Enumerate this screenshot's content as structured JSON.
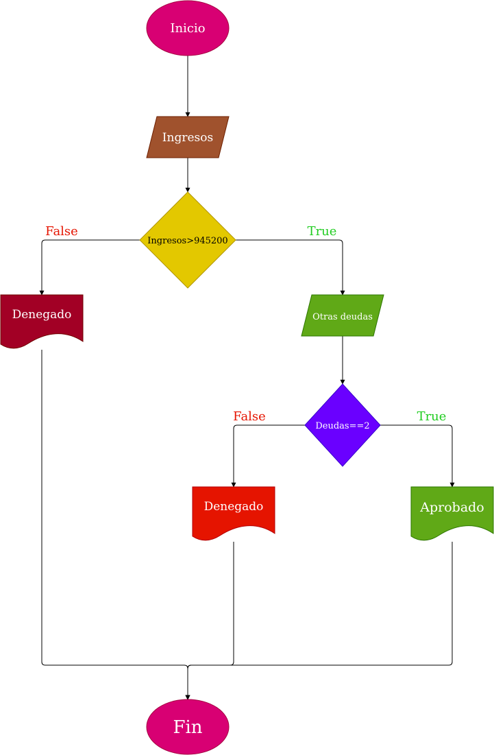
{
  "nodes": {
    "start": {
      "label": "Inicio",
      "fill": "#d80073",
      "text_color": "#ffffff"
    },
    "input_income": {
      "label": "Ingresos",
      "fill": "#a0522d",
      "text_color": "#ffffff"
    },
    "decision_income": {
      "label": "Ingresos>945200",
      "fill": "#e3c800",
      "text_color": "#000000"
    },
    "denied_left": {
      "label": "Denegado",
      "fill": "#a20025",
      "text_color": "#ffffff"
    },
    "input_debts": {
      "label": "Otras deudas",
      "fill": "#60a917",
      "text_color": "#ffffff"
    },
    "decision_debts": {
      "label": "Deudas==2",
      "fill": "#6a00ff",
      "text_color": "#ffffff"
    },
    "denied_middle": {
      "label": "Denegado",
      "fill": "#e51400",
      "text_color": "#ffffff"
    },
    "approved": {
      "label": "Aprobado",
      "fill": "#60a917",
      "text_color": "#ffffff"
    },
    "end": {
      "label": "Fin",
      "fill": "#d80073",
      "text_color": "#ffffff"
    }
  },
  "edge_labels": {
    "income_false": {
      "label": "False",
      "color": "#e51400"
    },
    "income_true": {
      "label": "True",
      "color": "#1fcc1f"
    },
    "debts_false": {
      "label": "False",
      "color": "#e51400"
    },
    "debts_true": {
      "label": "True",
      "color": "#1fcc1f"
    }
  },
  "colors": {
    "line": "#000000"
  }
}
